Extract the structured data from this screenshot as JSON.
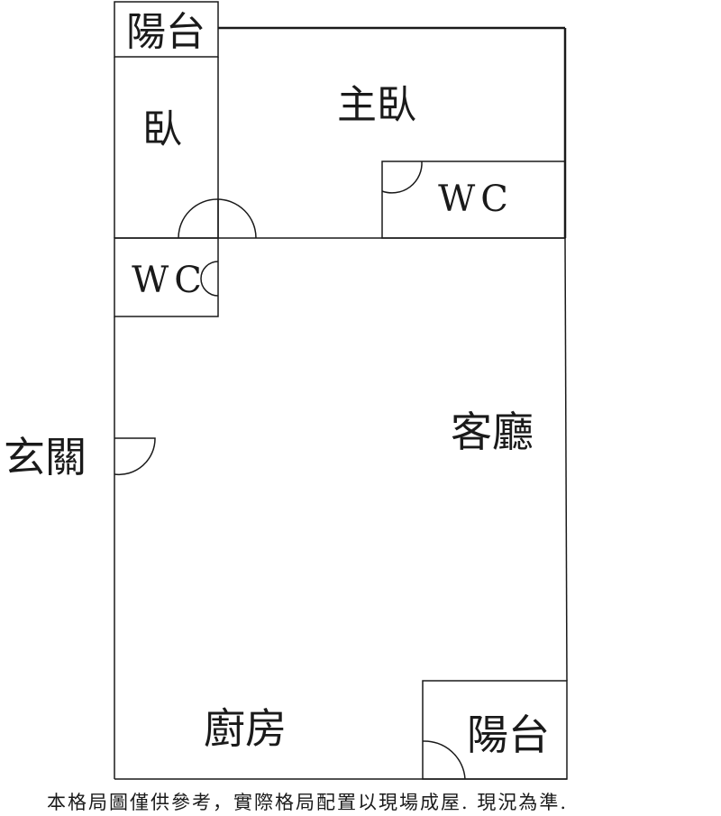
{
  "rooms": {
    "balcony_top": "陽台",
    "bedroom": "臥",
    "master_bedroom": "主臥",
    "wc_master": "WC",
    "wc_left": "WC",
    "living_room": "客廳",
    "entrance": "玄關",
    "kitchen": "廚房",
    "balcony_bottom": "陽台"
  },
  "disclaimer": "本格局圖僅供參考，實際格局配置以現場成屋. 現況為準.",
  "colors": {
    "wall": "#1a1a1a",
    "background": "#ffffff"
  }
}
